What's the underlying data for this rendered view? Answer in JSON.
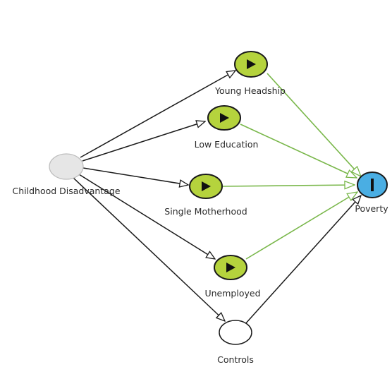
{
  "diagram": {
    "nodes": {
      "childhood": {
        "label": "Childhood Disadvantage",
        "color": "#e6e6e6"
      },
      "young": {
        "label": "Young Headship",
        "color": "#b5d33d",
        "icon": "play-icon"
      },
      "lowedu": {
        "label": "Low Education",
        "color": "#b5d33d",
        "icon": "play-icon"
      },
      "single": {
        "label": "Single Motherhood",
        "color": "#b5d33d",
        "icon": "play-icon"
      },
      "unemployed": {
        "label": "Unemployed",
        "color": "#b5d33d",
        "icon": "play-icon"
      },
      "controls": {
        "label": "Controls",
        "color": "#ffffff"
      },
      "poverty": {
        "label": "Poverty",
        "color": "#4aaee3",
        "icon": "outcome-bar-icon"
      }
    },
    "edge_colors": {
      "causal": "#1a1a1a",
      "mediator_to_outcome": "#79b74a"
    }
  }
}
